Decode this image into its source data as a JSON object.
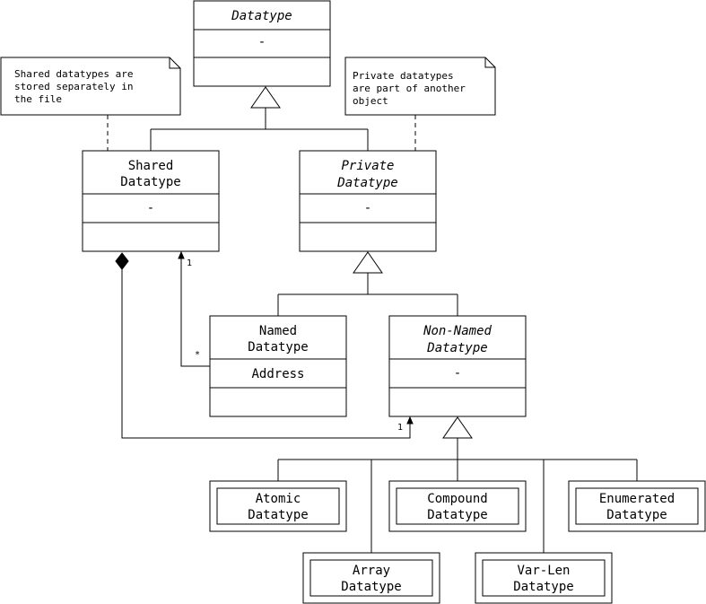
{
  "classes": {
    "datatype": {
      "name": "Datatype",
      "attr": "-"
    },
    "shared": {
      "name_line1": "Shared",
      "name_line2": "Datatype",
      "attr": "-"
    },
    "private": {
      "name_line1": "Private",
      "name_line2": "Datatype",
      "attr": "-"
    },
    "named": {
      "name_line1": "Named",
      "name_line2": "Datatype",
      "attr": "Address"
    },
    "nonnamed": {
      "name_line1": "Non-Named",
      "name_line2": "Datatype",
      "attr": "-"
    },
    "atomic": {
      "name_line1": "Atomic",
      "name_line2": "Datatype"
    },
    "compound": {
      "name_line1": "Compound",
      "name_line2": "Datatype"
    },
    "enumerated": {
      "name_line1": "Enumerated",
      "name_line2": "Datatype"
    },
    "array": {
      "name_line1": "Array",
      "name_line2": "Datatype"
    },
    "varlen": {
      "name_line1": "Var-Len",
      "name_line2": "Datatype"
    }
  },
  "notes": {
    "shared": [
      "Shared datatypes are",
      "stored separately in",
      "the file"
    ],
    "private": [
      "Private datatypes",
      "are part of another",
      "object"
    ]
  },
  "multiplicities": {
    "shared_target": "1",
    "named_source": "*",
    "nonnamed_target": "1"
  }
}
